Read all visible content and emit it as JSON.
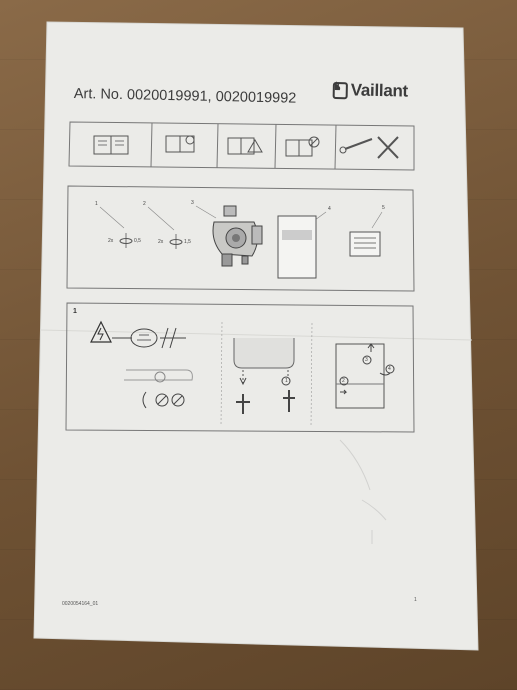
{
  "header": {
    "article_label": "Art. No. 0020019991, 0020019992",
    "brand": "Vaillant"
  },
  "icon_strip": {
    "icons": [
      "manual-read-icon",
      "manual-info-icon",
      "manual-warning-icon",
      "manual-prohibited-icon",
      "tools-icon"
    ]
  },
  "parts_panel": {
    "callouts": [
      "1",
      "2",
      "3",
      "4",
      "5"
    ],
    "part1_qty": "2x",
    "part1_size": "0,5",
    "part2_qty": "2x",
    "part2_size": "1,5"
  },
  "step_panel": {
    "step_number": "1",
    "circled_1": "1",
    "circled_2": "2",
    "circled_3": "3",
    "circled_4": "4"
  },
  "footer": {
    "code": "0020054164_01",
    "page": "1"
  }
}
